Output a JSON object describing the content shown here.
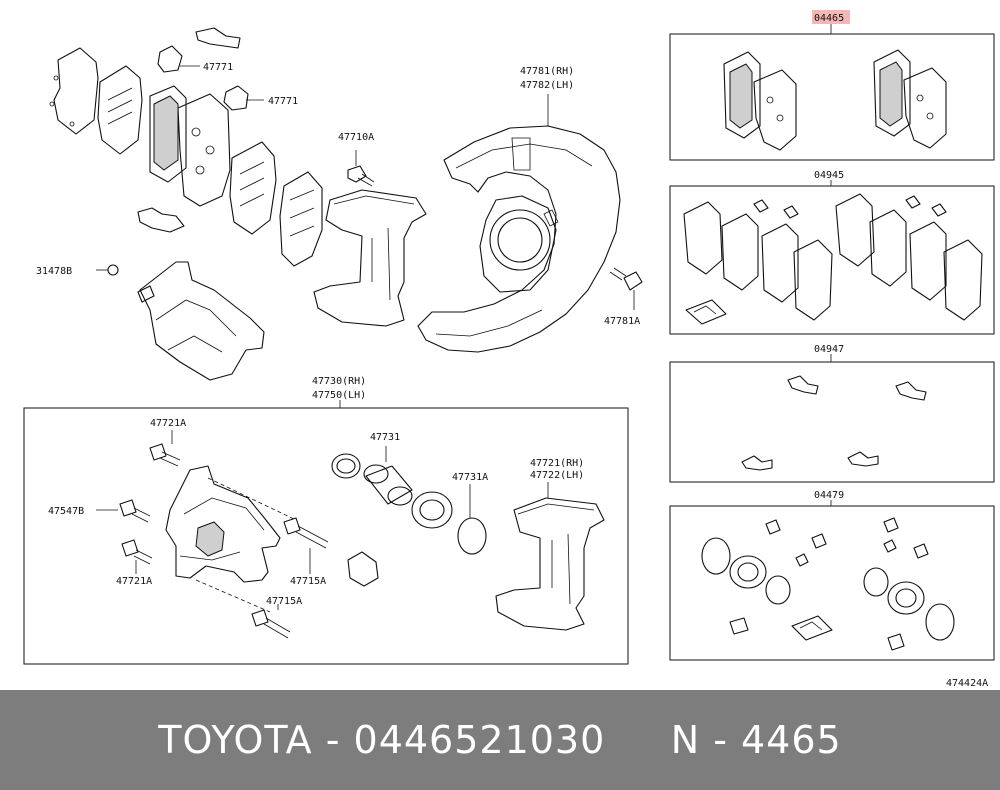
{
  "labels": {
    "p47771_top": "47771",
    "p47771_mid": "47771",
    "p47710A": "47710A",
    "p31478B": "31478B",
    "p47781_rh": "47781(RH)",
    "p47782_lh": "47782(LH)",
    "p47781A": "47781A",
    "p47730_rh": "47730(RH)",
    "p47750_lh": "47750(LH)",
    "p47721A_top": "47721A",
    "p47547B": "47547B",
    "p47721A_bottom": "47721A",
    "p47715A_a": "47715A",
    "p47715A_b": "47715A",
    "p47731": "47731",
    "p47731A": "47731A",
    "p47721_rh": "47721(RH)",
    "p47722_lh": "47722(LH)",
    "kit04465": "04465",
    "kit04945": "04945",
    "kit04947": "04947",
    "kit04479": "04479",
    "figure_id": "474424A"
  },
  "footer": {
    "brand": "TOYOTA",
    "sep1": " - ",
    "part_number": "0446521030",
    "gap": "     ",
    "ref": "N - 4465"
  },
  "colors": {
    "footer_bg": "#7d7d7d",
    "footer_text": "#ffffff",
    "highlight": "#f7b6b6"
  }
}
